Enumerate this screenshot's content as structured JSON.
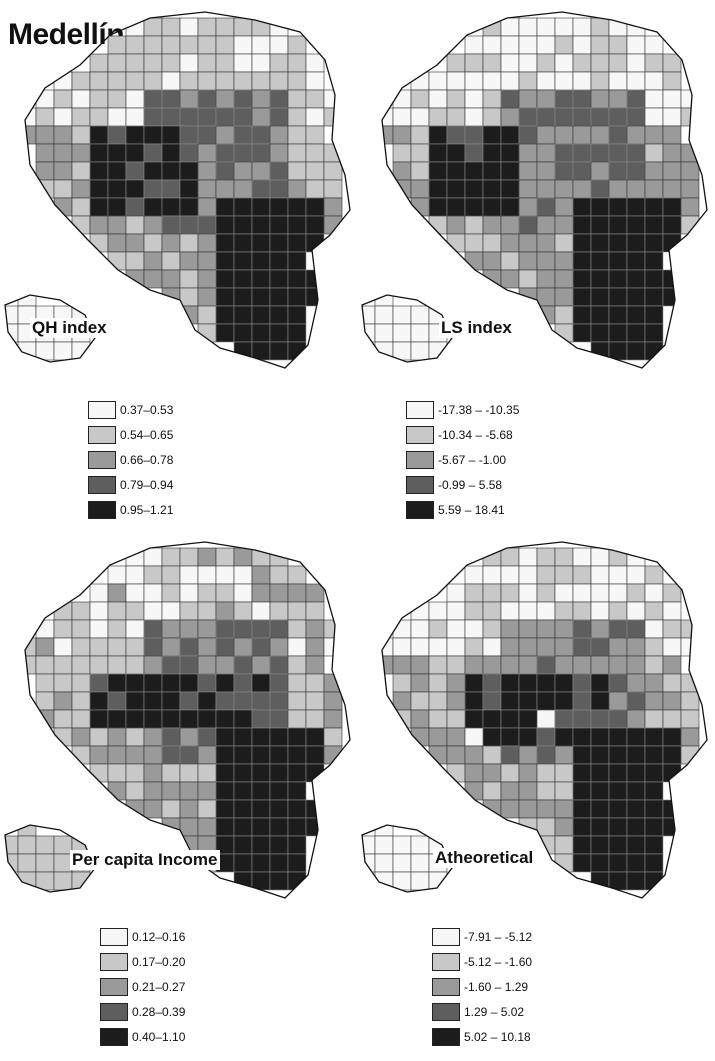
{
  "title": "Medellín",
  "palette": [
    "#f7f7f7",
    "#c8c8c8",
    "#9a9a9a",
    "#5e5e5e",
    "#1c1c1c"
  ],
  "panels": [
    {
      "label": "QH index",
      "legend": [
        "0.37–0.53",
        "0.54–0.65",
        "0.66–0.78",
        "0.79–0.94",
        "0.95–1.21"
      ]
    },
    {
      "label": "LS index",
      "legend": [
        "-17.38 – -10.35",
        "-10.34 – -5.68",
        "-5.67 – -1.00",
        "-0.99 – 5.58",
        "5.59 – 18.41"
      ]
    },
    {
      "label": "Per capita Income",
      "legend": [
        "0.12–0.16",
        "0.17–0.20",
        "0.21–0.27",
        "0.28–0.39",
        "0.40–1.10"
      ]
    },
    {
      "label": "Atheoretical",
      "legend": [
        "-7.91 – -5.12",
        "-5.12 – -1.60",
        "-1.60 – 1.29",
        "1.29 – 5.02",
        "5.02 – 10.18"
      ]
    }
  ]
}
